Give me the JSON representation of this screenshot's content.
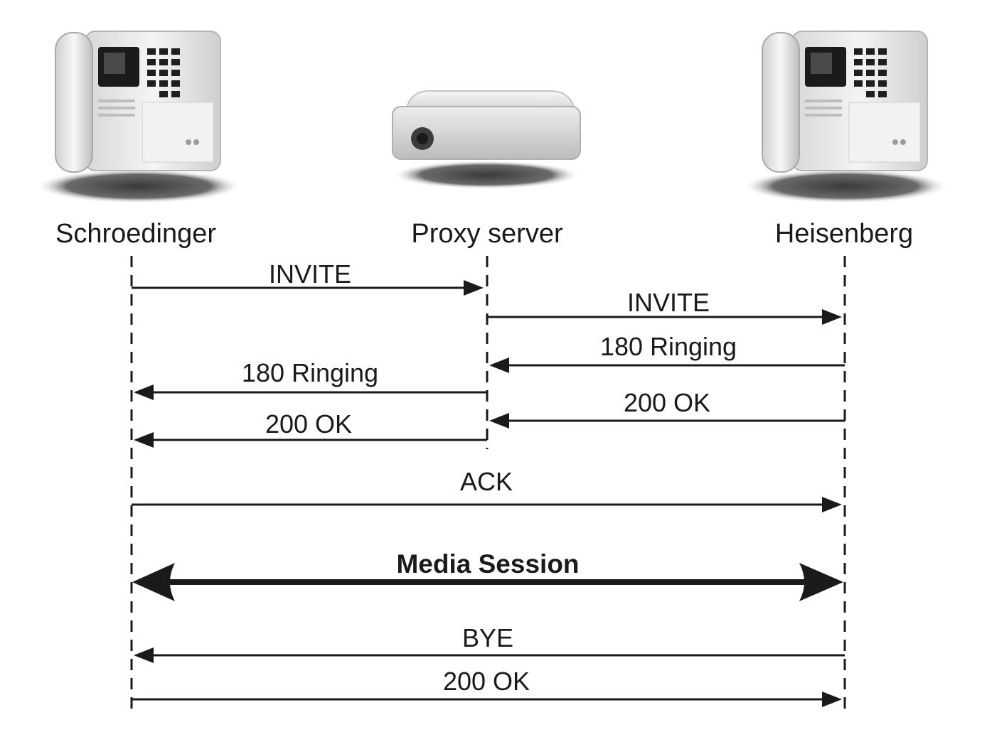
{
  "participants": [
    {
      "id": "schroedinger",
      "label": "Schroedinger",
      "icon": "desk-phone-icon"
    },
    {
      "id": "proxy",
      "label": "Proxy server",
      "icon": "server-box-icon"
    },
    {
      "id": "heisenberg",
      "label": "Heisenberg",
      "icon": "desk-phone-icon"
    }
  ],
  "messages": [
    {
      "label": "INVITE",
      "from": "schroedinger",
      "to": "proxy",
      "bold": false
    },
    {
      "label": "INVITE",
      "from": "proxy",
      "to": "heisenberg",
      "bold": false
    },
    {
      "label": "180 Ringing",
      "from": "heisenberg",
      "to": "proxy",
      "bold": false
    },
    {
      "label": "180 Ringing",
      "from": "proxy",
      "to": "schroedinger",
      "bold": false
    },
    {
      "label": "200 OK",
      "from": "heisenberg",
      "to": "proxy",
      "bold": false
    },
    {
      "label": "200 OK",
      "from": "proxy",
      "to": "schroedinger",
      "bold": false
    },
    {
      "label": "ACK",
      "from": "schroedinger",
      "to": "heisenberg",
      "bold": false
    },
    {
      "label": "Media Session",
      "from": "schroedinger",
      "to": "heisenberg",
      "bold": true,
      "bidirectional": true
    },
    {
      "label": "BYE",
      "from": "heisenberg",
      "to": "schroedinger",
      "bold": false
    },
    {
      "label": "200 OK",
      "from": "schroedinger",
      "to": "heisenberg",
      "bold": false
    }
  ],
  "colors": {
    "line": "#1a1a1a",
    "device_body": "#e9e9e9",
    "device_shadow": "#5a5a5a"
  }
}
